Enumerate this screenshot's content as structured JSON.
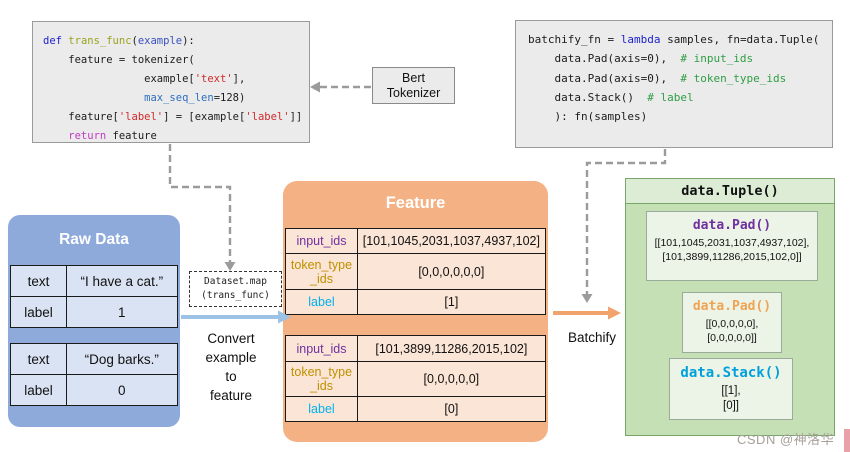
{
  "trans_code": {
    "l1": {
      "kw": "def ",
      "fn": "trans_func",
      "p1": "(",
      "arg": "example",
      "p2": "):"
    },
    "l2": "    feature = tokenizer(",
    "l3": {
      "p1": "                example[",
      "str": "'text'",
      "p2": "],"
    },
    "l4": {
      "var": "                max_seq_len",
      "p1": "=128)"
    },
    "l5": {
      "p1": "    feature[",
      "s1": "'label'",
      "p2": "] = [example[",
      "s2": "'label'",
      "p3": "]]"
    },
    "l6": {
      "kw": "    return",
      "p1": " feature"
    }
  },
  "batchify_code": {
    "l1": {
      "p1": "batchify_fn = ",
      "kw": "lambda",
      "p2": " samples, fn=data.Tuple("
    },
    "l2": {
      "p1": "    data.Pad(axis=0),  ",
      "cm": "# input_ids"
    },
    "l3": {
      "p1": "    data.Pad(axis=0),  ",
      "cm": "# token_type_ids"
    },
    "l4": {
      "p1": "    data.Stack()  ",
      "cm": "# label"
    },
    "l5": "    ): fn(samples)"
  },
  "bert_box": {
    "line1": "Bert",
    "line2": "Tokenizer"
  },
  "dataset_map": {
    "line1": "Dataset.map",
    "line2": "(trans_func)"
  },
  "convert_label": {
    "l1": "Convert",
    "l2": "example",
    "l3": "to",
    "l4": "feature"
  },
  "batchify_label": "Batchify",
  "raw_data": {
    "title": "Raw Data",
    "example1": {
      "text_key": "text",
      "text_val": "“I have a cat.”",
      "label_key": "label",
      "label_val": "1"
    },
    "example2": {
      "text_key": "text",
      "text_val": "“Dog barks.”",
      "label_key": "label",
      "label_val": "0"
    }
  },
  "feature": {
    "title": "Feature",
    "example1": {
      "input_ids_key": "input_ids",
      "input_ids_val": "[101,1045,2031,1037,4937,102]",
      "token_type_key1": "token_type",
      "token_type_key2": "_ids",
      "token_type_val": "[0,0,0,0,0,0]",
      "label_key": "label",
      "label_val": "[1]"
    },
    "example2": {
      "input_ids_key": "input_ids",
      "input_ids_val": "[101,3899,11286,2015,102]",
      "token_type_key1": "token_type",
      "token_type_key2": "_ids",
      "token_type_val": "[0,0,0,0,0]",
      "label_key": "label",
      "label_val": "[0]"
    }
  },
  "tuple_box": {
    "title": "data.Tuple()",
    "pad1": {
      "title": "data.Pad()",
      "line1": "[[101,1045,2031,1037,4937,102],",
      "line2": "[101,3899,11286,2015,102,0]]"
    },
    "pad2": {
      "title": "data.Pad()",
      "line1": "[[0,0,0,0,0],",
      "line2": "[0,0,0,0,0]]"
    },
    "stack": {
      "title": "data.Stack()",
      "line1": "[[1],",
      "line2": "[0]]"
    }
  },
  "watermark": "CSDN @神洛华",
  "colors": {
    "raw_container": "#8eaadb",
    "raw_cell": "#dae3f3",
    "feature_container": "#f4b183",
    "feature_cell": "#fbe5d6",
    "tuple_container": "#c5e0b4",
    "tuple_header": "#dcecd5",
    "tuple_inner": "#ecf4e7",
    "input_ids_purple": "#7030a0",
    "token_type_olive": "#bf9000",
    "label_cyan": "#00b0f0",
    "pad2_orange": "#f0a352",
    "stack_blue": "#00a0dc",
    "arrow_blue": "#9cc3e6",
    "arrow_orange": "#f1a36e",
    "connector_gray": "#9b9b9b"
  }
}
